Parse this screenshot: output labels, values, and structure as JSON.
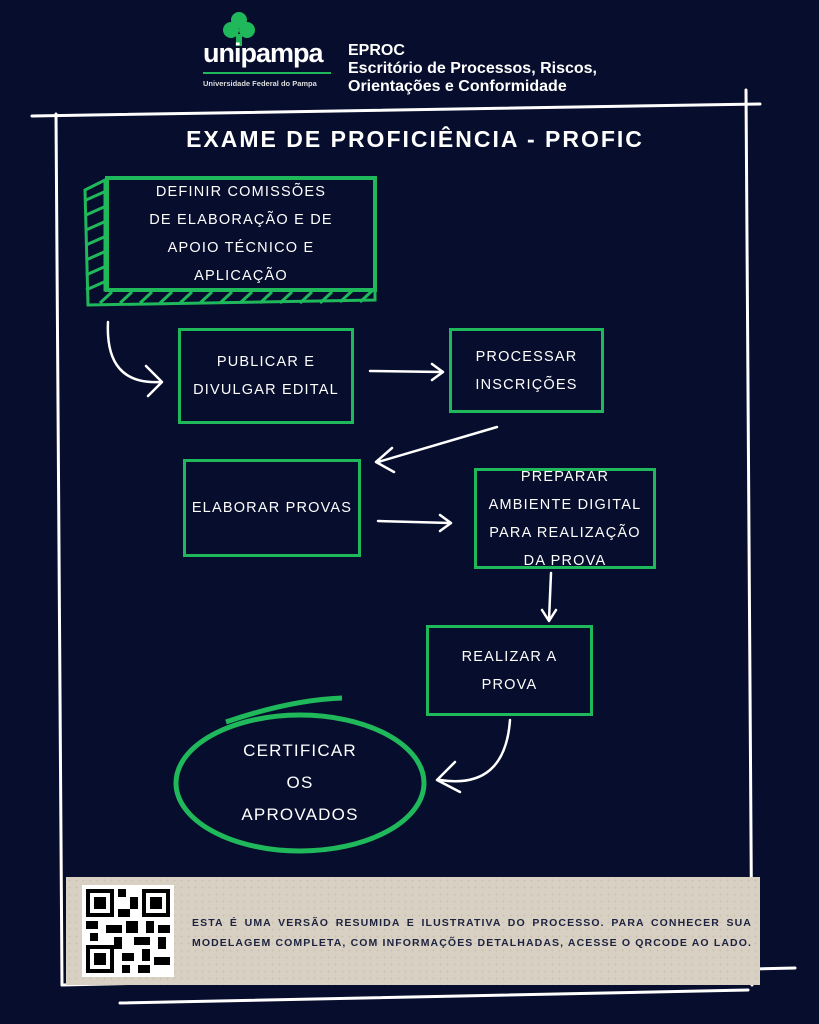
{
  "header": {
    "logo_name": "unipampa",
    "logo_subtitle": "Universidade Federal do Pampa",
    "org_acronym": "EPROC",
    "org_name_line1": "Escritório de Processos, Riscos,",
    "org_name_line2": "Orientações e Conformidade"
  },
  "title": "EXAME DE PROFICIÊNCIA - PROFIC",
  "steps": [
    {
      "label": "DEFINIR COMISSÕES DE ELABORAÇÃO E DE APOIO TÉCNICO E APLICAÇÃO"
    },
    {
      "label": "PUBLICAR E DIVULGAR EDITAL"
    },
    {
      "label": "PROCESSAR INSCRIÇÕES"
    },
    {
      "label": "ELABORAR PROVAS"
    },
    {
      "label": "PREPARAR AMBIENTE DIGITAL PARA REALIZAÇÃO DA PROVA"
    },
    {
      "label": "REALIZAR A PROVA"
    },
    {
      "label": "CERTIFICAR OS APROVADOS"
    }
  ],
  "footer": {
    "note": "ESTA É UMA VERSÃO RESUMIDA E ILUSTRATIVA DO PROCESSO. PARA CONHECER SUA MODELAGEM COMPLETA, COM INFORMAÇÕES DETALHADAS, ACESSE O QRCODE AO LADO."
  },
  "colors": {
    "background": "#070d2c",
    "accent": "#1fb85a",
    "footer": "#d8d0c2"
  }
}
